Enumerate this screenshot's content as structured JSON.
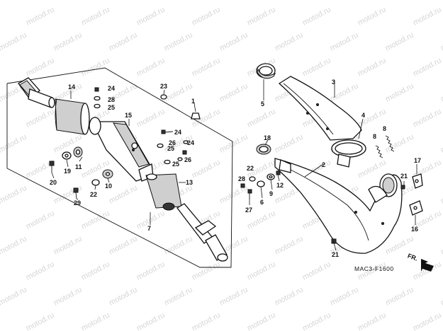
{
  "watermark": "motod.ru",
  "diagram_code": "MAC3-F1600",
  "direction_label": "FR.",
  "callouts": {
    "c1": "1",
    "c2": "2",
    "c3": "3",
    "c4": "4",
    "c5": "5",
    "c6": "6",
    "c7": "7",
    "c8a": "8",
    "c8b": "8",
    "c9": "9",
    "c10": "10",
    "c11": "11",
    "c12": "12",
    "c13": "13",
    "c14": "14",
    "c15": "15",
    "c16": "16",
    "c17": "17",
    "c18": "18",
    "c19": "19",
    "c20": "20",
    "c21a": "21",
    "c21b": "21",
    "c22a": "22",
    "c22b": "22",
    "c23": "23",
    "c24a": "24",
    "c24b": "24",
    "c24c": "24",
    "c25a": "25",
    "c25b": "25",
    "c25c": "25",
    "c26a": "26",
    "c26b": "26",
    "c27": "27",
    "c28a": "28",
    "c28b": "28",
    "c29": "29"
  }
}
